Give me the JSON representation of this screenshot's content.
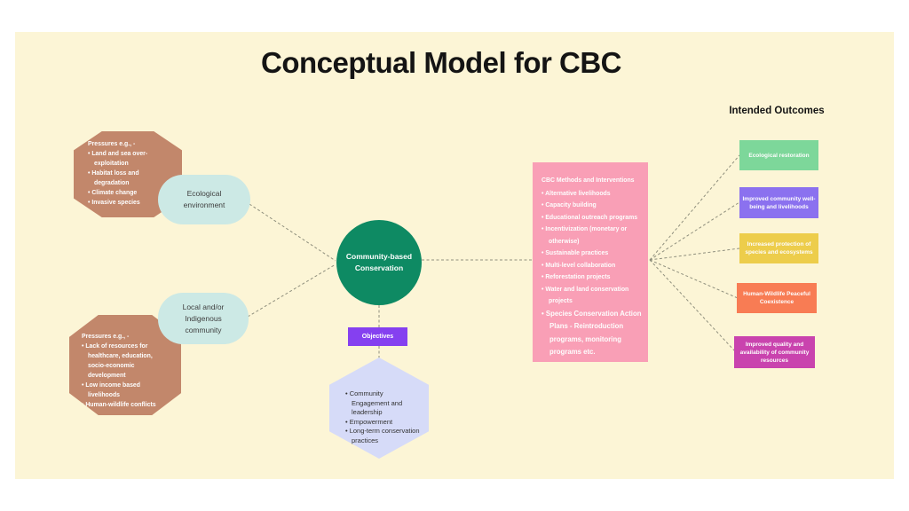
{
  "title": "Conceptual Model for CBC",
  "ecological_pressures": {
    "heading": "Pressures e.g., -",
    "items": [
      "Land and sea over-exploitation",
      "Habitat loss and degradation",
      "Climate change",
      "Invasive species"
    ]
  },
  "ecological_environment": {
    "label": "Ecological environment"
  },
  "community_pressures": {
    "heading": "Pressures e.g., -",
    "items": [
      "Lack of resources for healthcare, education, socio-economic development",
      "Low income based livelihoods",
      "Human-wildlife conflicts"
    ]
  },
  "local_community": {
    "label": "Local and/or Indigenous community"
  },
  "core": {
    "label": "Community-based Conservation"
  },
  "objectives": {
    "button_label": "Objectives",
    "items": [
      "Community Engagement and leadership",
      "Empowerment",
      "Long-term conservation practices"
    ]
  },
  "methods": {
    "heading": "CBC Methods and Interventions",
    "items": [
      "Alternative livelihoods",
      "Capacity building",
      "Educational outreach programs",
      "Incentivization (monetary or otherwise)",
      "Sustainable practices",
      "Multi-level collaboration",
      "Reforestation projects",
      "Water and land conservation projects"
    ],
    "highlight_item": "Species Conservation Action Plans - Reintroduction programs, monitoring programs etc."
  },
  "outcomes": {
    "heading": "Intended Outcomes",
    "items": [
      {
        "label": "Ecological restoration",
        "color": "#7DD79A"
      },
      {
        "label": "Improved community well-being and livelihoods",
        "color": "#8B71EF"
      },
      {
        "label": "Increased protection of species and ecosystems",
        "color": "#EDCD4B"
      },
      {
        "label": "Human-Wildlife Peaceful Coexistence",
        "color": "#F87C54"
      },
      {
        "label": "Improved quality and availability of community resources",
        "color": "#C943AE"
      }
    ]
  },
  "colors": {
    "background": "#FCF5D6",
    "frame": "#FFFFFF",
    "pressure_octagon": "#C2876B",
    "entity_pill": "#CCE9E5",
    "core_circle": "#0E8A63",
    "methods_panel": "#F99FB6",
    "objectives_button": "#8540F0",
    "objectives_hexagon": "#D6DBF8",
    "connector_line": "#8F8F7D"
  }
}
